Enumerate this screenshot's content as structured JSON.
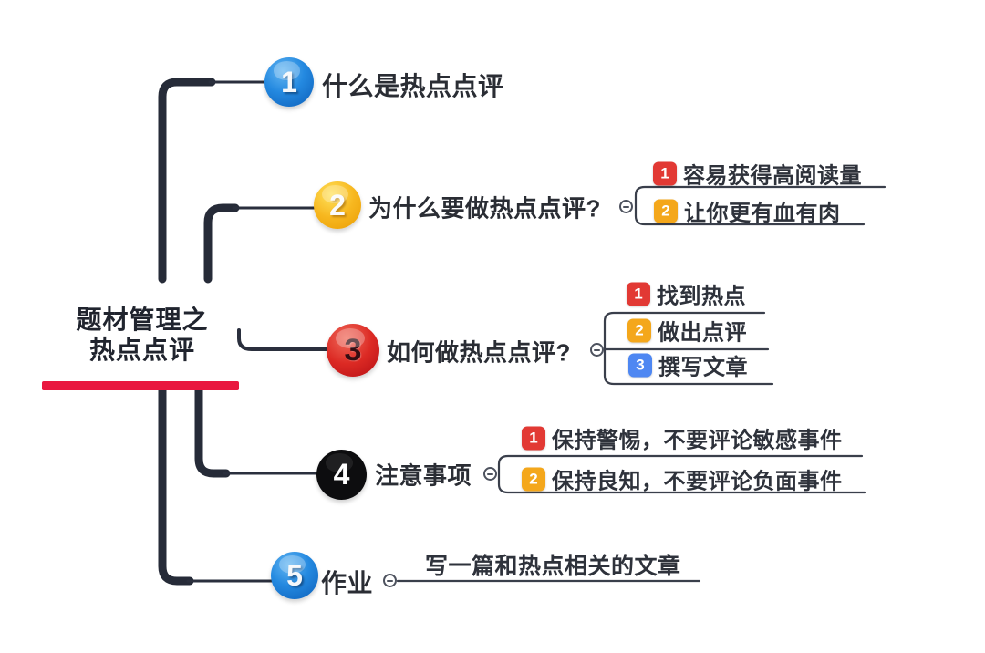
{
  "root": {
    "line1": "题材管理之",
    "line2": "热点点评"
  },
  "branches": [
    {
      "number": "1",
      "label": "什么是热点点评",
      "circle_color": "blue",
      "children": []
    },
    {
      "number": "2",
      "label": "为什么要做热点点评?",
      "circle_color": "yellow",
      "children": [
        {
          "badge": "1",
          "badge_color": "red",
          "text": "容易获得高阅读量"
        },
        {
          "badge": "2",
          "badge_color": "yellow",
          "text": "让你更有血有肉"
        }
      ]
    },
    {
      "number": "3",
      "label": "如何做热点点评?",
      "circle_color": "red",
      "children": [
        {
          "badge": "1",
          "badge_color": "red",
          "text": "找到热点"
        },
        {
          "badge": "2",
          "badge_color": "yellow",
          "text": "做出点评"
        },
        {
          "badge": "3",
          "badge_color": "blue",
          "text": "撰写文章"
        }
      ]
    },
    {
      "number": "4",
      "label": "注意事项",
      "circle_color": "black",
      "children": [
        {
          "badge": "1",
          "badge_color": "red",
          "text": "保持警惕，不要评论敏感事件"
        },
        {
          "badge": "2",
          "badge_color": "yellow",
          "text": "保持良知，不要评论负面事件"
        }
      ]
    },
    {
      "number": "5",
      "label": "作业",
      "circle_color": "blue",
      "children": [
        {
          "badge": null,
          "badge_color": null,
          "text": "写一篇和热点相关的文章"
        }
      ]
    }
  ],
  "palette": {
    "background": "#ffffff",
    "trunk_line": "#262b38",
    "thin_line": "#2a2f3d",
    "child_line": "#3a3f4b",
    "root_underline": "#e9173f",
    "badge_red": "#e23934",
    "badge_yellow": "#f4a71b",
    "badge_blue": "#4e87f2",
    "circle_blue": "#1b7fd6",
    "circle_yellow": "#f5b31b",
    "circle_red": "#d42027",
    "circle_black": "#0d0d0f",
    "text": "#2a2d34"
  }
}
